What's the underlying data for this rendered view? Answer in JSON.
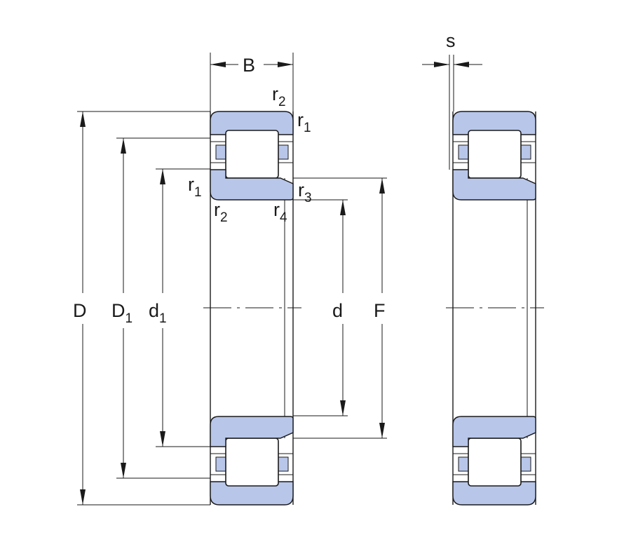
{
  "colors": {
    "ring_fill": "#b8c6ea",
    "line": "#1a1a1a",
    "background": "#ffffff"
  },
  "labels": {
    "B": "B",
    "s": "s",
    "D": "D",
    "D1": {
      "main": "D",
      "sub": "1"
    },
    "d1": {
      "main": "d",
      "sub": "1"
    },
    "d": "d",
    "F": "F",
    "r2_top": {
      "main": "r",
      "sub": "2"
    },
    "r1_top": {
      "main": "r",
      "sub": "1"
    },
    "r1_left": {
      "main": "r",
      "sub": "1"
    },
    "r3": {
      "main": "r",
      "sub": "3"
    },
    "r2_bottom": {
      "main": "r",
      "sub": "2"
    },
    "r4": {
      "main": "r",
      "sub": "4"
    }
  }
}
